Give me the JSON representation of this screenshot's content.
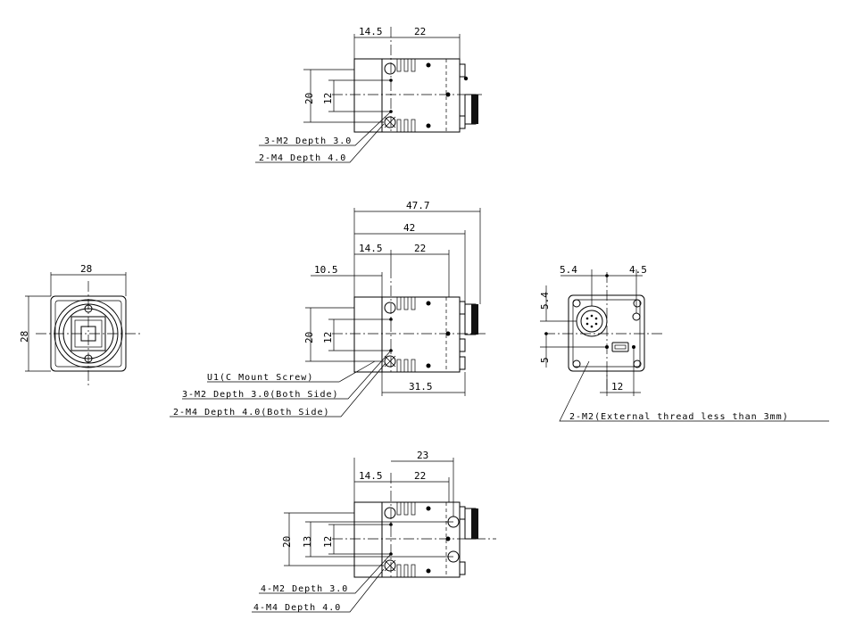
{
  "top_view": {
    "dims": {
      "d14_5": "14.5",
      "d22": "22",
      "d20": "20",
      "d12": "12"
    },
    "notes": [
      "3-M2 Depth 3.0",
      "2-M4 Depth 4.0"
    ]
  },
  "front_view": {
    "dims": {
      "d28_h": "28",
      "d28_v": "28"
    }
  },
  "side_view": {
    "dims": {
      "d47_7": "47.7",
      "d42": "42",
      "d14_5": "14.5",
      "d22": "22",
      "d10_5": "10.5",
      "d20": "20",
      "d12": "12",
      "d31_5": "31.5"
    },
    "notes": [
      "U1(C Mount Screw)",
      "3-M2 Depth 3.0(Both Side)",
      "2-M4 Depth 4.0(Both Side)"
    ]
  },
  "rear_view": {
    "dims": {
      "d5_4_h": "5.4",
      "d4_5": "4.5",
      "d5_4_v": "5.4",
      "d5": "5",
      "d12": "12"
    },
    "notes": [
      "2-M2(External thread less than 3mm)"
    ]
  },
  "bottom_view": {
    "dims": {
      "d14_5": "14.5",
      "d22": "22",
      "d23": "23",
      "d20": "20",
      "d13": "13",
      "d12": "12"
    },
    "notes": [
      "4-M2 Depth 3.0",
      "4-M4 Depth 4.0"
    ]
  }
}
